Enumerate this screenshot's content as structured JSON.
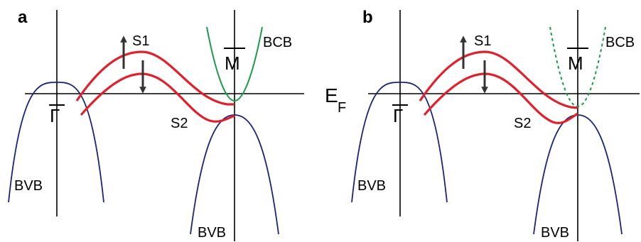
{
  "panels": [
    {
      "tag": "a",
      "labels": {
        "s1": "S1",
        "s2": "S2",
        "bcb": "BCB",
        "bvb_left": "BVB",
        "bvb_right": "BVB",
        "gamma": "Γ",
        "m": "M"
      },
      "bcb_style": "solid"
    },
    {
      "tag": "b",
      "labels": {
        "s1": "S1",
        "s2": "S2",
        "bcb": "BCB",
        "bvb_left": "BVB",
        "bvb_right": "BVB",
        "gamma": "Γ",
        "m": "M"
      },
      "bcb_style": "dotted"
    }
  ],
  "fermi_label": {
    "main": "E",
    "sub": "F"
  },
  "colors": {
    "valence_band": "#1a237e",
    "conduction_band": "#1a9a4a",
    "surface_state": "#e0202a",
    "axes": "#000000",
    "arrow": "#333333"
  },
  "icons": {
    "spin_up": "arrow-up-icon",
    "spin_down": "arrow-down-icon"
  }
}
